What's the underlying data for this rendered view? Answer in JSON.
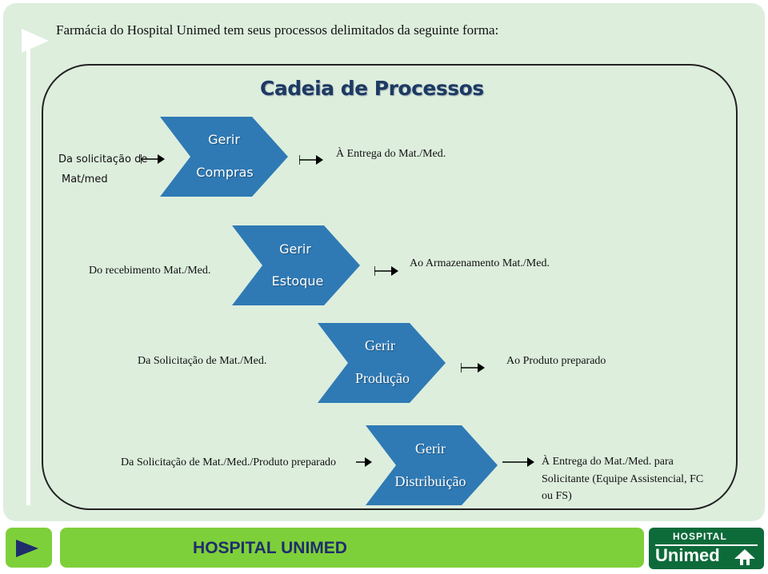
{
  "intro_text": "Farmácia do Hospital Unimed tem seus processos delimitados da seguinte forma:",
  "diagram_title": "Cadeia de Processos",
  "processes": [
    {
      "from": "Da solicitação de Mat/med",
      "from_line1": "Da solicitação de",
      "from_line2": "Mat/med",
      "line1": "Gerir",
      "line2": "Compras",
      "to": "À Entrega do Mat./Med."
    },
    {
      "from": "Do recebimento Mat./Med.",
      "line1": "Gerir",
      "line2": "Estoque",
      "to": "Ao Armazenamento Mat./Med."
    },
    {
      "from": "Da Solicitação de Mat./Med.",
      "line1": "Gerir",
      "line2": "Produção",
      "to": "Ao Produto  preparado"
    },
    {
      "from": "Da Solicitação de Mat./Med./Produto preparado",
      "line1": "Gerir",
      "line2": "Distribuição",
      "to": "À Entrega  do  Mat./Med. para Solicitante (Equipe Assistencial, FC ou FS)",
      "to_line1": "À Entrega  do  Mat./Med. para",
      "to_line2": "Solicitante (Equipe Assistencial, FC",
      "to_line3": "ou FS)"
    }
  ],
  "footer": {
    "title": "HOSPITAL UNIMED"
  },
  "logo": {
    "top_text": "HOSPITAL",
    "bottom_text": "Unimed"
  },
  "colors": {
    "chevron": "#2f7ab5",
    "background": "#ddeedd",
    "footer_green": "#7ed03a",
    "logo_green": "#0d6b3a",
    "title_navy": "#1c3a63"
  }
}
